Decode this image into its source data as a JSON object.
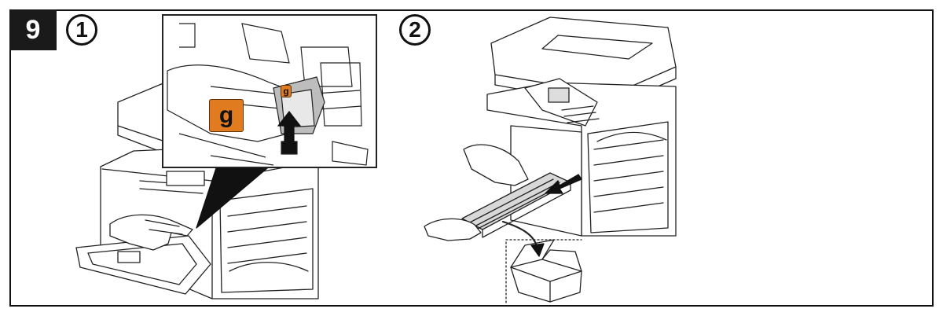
{
  "step_number": "9",
  "panels": [
    {
      "number": "1",
      "callout_letter": "g"
    },
    {
      "number": "2"
    }
  ],
  "colors": {
    "badge_bg": "#1a1a1a",
    "callout_orange": "#e07b1f",
    "line": "#222222"
  },
  "icons": [
    "printer",
    "hand",
    "arrow-up",
    "arrow-left",
    "curved-arrow",
    "open-box"
  ]
}
